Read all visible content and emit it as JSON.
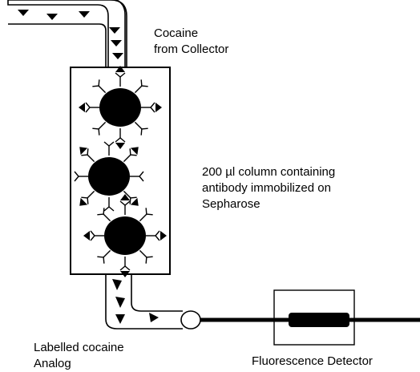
{
  "labels": {
    "inlet_line1": "Cocaine",
    "inlet_line2": "from Collector",
    "column_line1": "200 µl column containing",
    "column_line2": "antibody immobilized on",
    "column_line3": "Sepharose",
    "analog_line1": "Labelled cocaine",
    "analog_line2": "Analog",
    "detector": "Fluorescence Detector"
  },
  "colors": {
    "ink": "#000000",
    "background": "#ffffff"
  },
  "icons": {
    "bead": "antibody-bead-icon",
    "analyte": "triangle-arrow-icon",
    "label": "labelled-analog-icon"
  }
}
